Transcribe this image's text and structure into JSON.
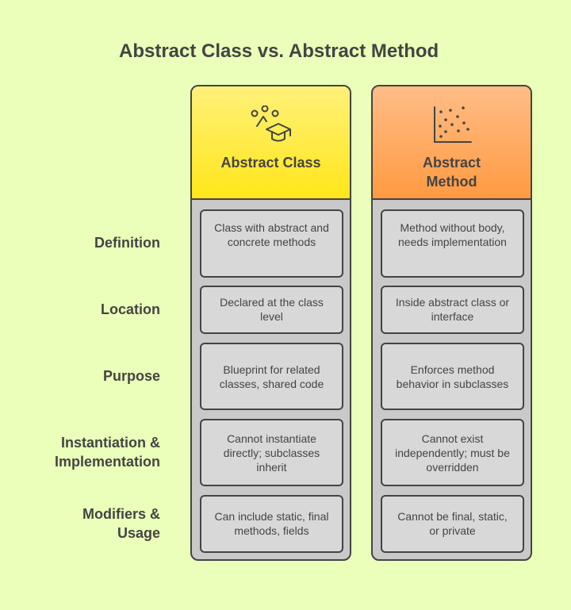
{
  "title": "Abstract Class vs. Abstract Method",
  "rows": [
    "Definition",
    "Location",
    "Purpose",
    "Instantiation & Implementation",
    "Modifiers & Usage"
  ],
  "row_lines": [
    [
      "Definition"
    ],
    [
      "Location"
    ],
    [
      "Purpose"
    ],
    [
      "Instantiation &",
      "Implementation"
    ],
    [
      "Modifiers &",
      "Usage"
    ]
  ],
  "columns": [
    {
      "title": "Abstract Class",
      "icon": "graduation-cap-icon",
      "color_top": "#fff17a",
      "color_bottom": "#ffe619",
      "cells": [
        "Class with abstract and concrete methods",
        "Declared at the class level",
        "Blueprint for related classes, shared code",
        "Cannot instantiate directly; subclasses inherit",
        "Can include static, final methods, fields"
      ]
    },
    {
      "title": "Abstract Method",
      "icon": "scatter-plot-icon",
      "color_top": "#ffbd86",
      "color_bottom": "#ff9a42",
      "cells": [
        "Method without body, needs implementation",
        "Inside abstract class or interface",
        "Enforces method behavior in subclasses",
        "Cannot exist independently; must be overridden",
        "Cannot be final, static, or private"
      ]
    }
  ]
}
